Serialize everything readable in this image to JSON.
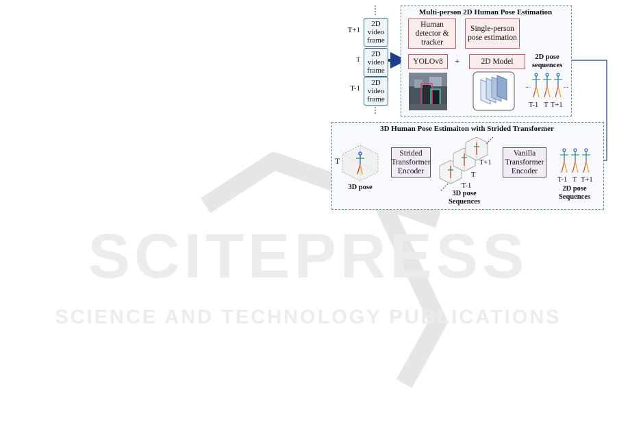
{
  "watermark": {
    "line1": "SCITEPRESS",
    "line2": "SCIENCE AND TECHNOLOGY PUBLICATIONS"
  },
  "frames": {
    "labels": [
      "T+1",
      "T",
      "T-1"
    ],
    "frame_text": "2D video frame"
  },
  "top_panel": {
    "title": "Multi-person 2D Human Pose Estimation",
    "detector_label": "Human detector & tracker",
    "single_pose_label": "Single-person pose estimation",
    "yolo_label": "YOLOv8",
    "plus": "+",
    "model_label": "2D Model",
    "output_label": "2D pose sequences",
    "time_labels": [
      "T-1",
      "T",
      "T+1"
    ]
  },
  "bottom_panel": {
    "title": "3D Human Pose Estimaiton with Strided Transformer",
    "vanilla_label": "Vanilla Transformer Encoder",
    "strided_label": "Strided Transformer Encoder",
    "input_caption": "2D pose Sequences",
    "input_time_labels": [
      "T-1",
      "T",
      "T+1"
    ],
    "seq3d_caption": "3D pose Sequences",
    "seq3d_time_labels": [
      "T+1",
      "T",
      "T-1"
    ],
    "pose3d_caption": "3D pose",
    "pose3d_time": "T"
  },
  "colors": {
    "panel_border": "#5f8f8f",
    "pink_border": "#c05a6a",
    "arrow_blue": "#1f3c88"
  }
}
